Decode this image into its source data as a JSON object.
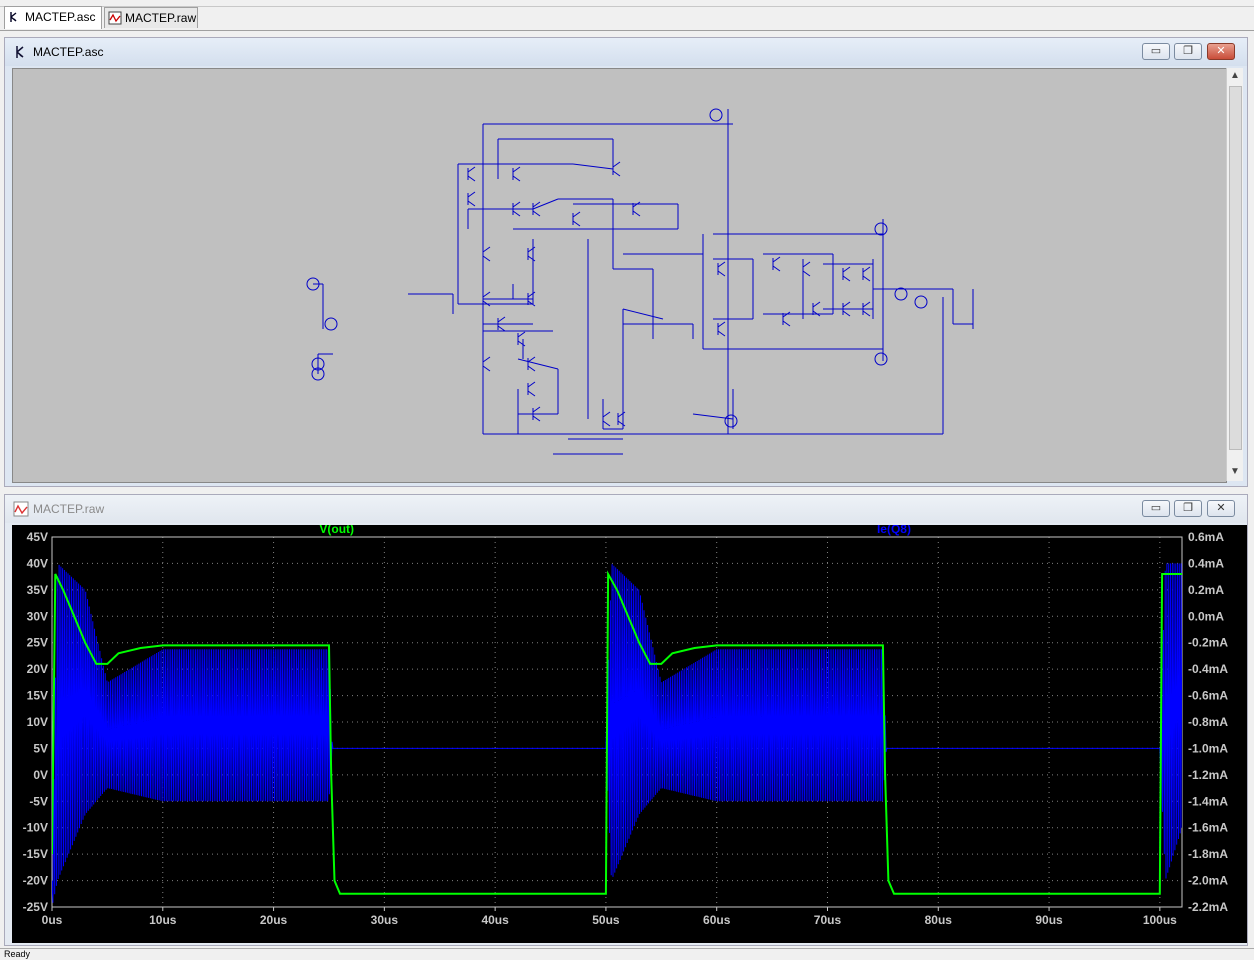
{
  "tabs": [
    {
      "label": "MACTEP.asc",
      "icon": "schematic-icon",
      "active": true
    },
    {
      "label": "MACTEP.raw",
      "icon": "waveform-icon",
      "active": false
    }
  ],
  "schematic_window": {
    "title": "MACTEP.asc",
    "icon": "schematic-icon",
    "buttons": {
      "minimize": "▭",
      "restore": "❐",
      "close": "✕"
    }
  },
  "plot_window": {
    "title": "MACTEP.raw",
    "icon": "waveform-icon",
    "buttons": {
      "minimize": "▭",
      "restore": "❐",
      "close": "✕"
    }
  },
  "statusbar": {
    "text": "Ready"
  },
  "colors": {
    "wire": "#0000c8",
    "trace_v": "#00ff00",
    "trace_i": "#0000ff",
    "plot_bg": "#000000",
    "grid": "#808080",
    "axis_text": "#c8c8c8"
  },
  "chart_data": {
    "type": "line",
    "x_unit": "us",
    "x_ticks": [
      "0us",
      "10us",
      "20us",
      "30us",
      "40us",
      "50us",
      "60us",
      "70us",
      "80us",
      "90us",
      "100us"
    ],
    "x_range": [
      0,
      102
    ],
    "left_axis": {
      "ticks": [
        "45V",
        "40V",
        "35V",
        "30V",
        "25V",
        "20V",
        "15V",
        "10V",
        "5V",
        "0V",
        "-5V",
        "-10V",
        "-15V",
        "-20V",
        "-25V"
      ],
      "range": [
        -25,
        45
      ]
    },
    "right_axis": {
      "ticks": [
        "0.6mA",
        "0.4mA",
        "0.2mA",
        "0.0mA",
        "-0.2mA",
        "-0.4mA",
        "-0.6mA",
        "-0.8mA",
        "-1.0mA",
        "-1.2mA",
        "-1.4mA",
        "-1.6mA",
        "-1.8mA",
        "-2.0mA",
        "-2.2mA"
      ],
      "range": [
        -2.2,
        0.6
      ]
    },
    "series": [
      {
        "name": "V(out)",
        "color": "#00ff00",
        "axis": "left",
        "description_points": [
          [
            0,
            -15
          ],
          [
            0.3,
            38
          ],
          [
            1,
            35
          ],
          [
            2,
            30
          ],
          [
            3,
            25
          ],
          [
            4,
            21
          ],
          [
            5,
            21
          ],
          [
            6,
            23
          ],
          [
            8,
            24
          ],
          [
            10,
            24.5
          ],
          [
            25,
            24.5
          ],
          [
            25.2,
            0
          ],
          [
            25.5,
            -20
          ],
          [
            26,
            -22.5
          ],
          [
            50,
            -22.5
          ],
          [
            50.2,
            38
          ],
          [
            51,
            35
          ],
          [
            53,
            25
          ],
          [
            54,
            21
          ],
          [
            55,
            21
          ],
          [
            56,
            23
          ],
          [
            58,
            24
          ],
          [
            60,
            24.5
          ],
          [
            75,
            24.5
          ],
          [
            75.2,
            0
          ],
          [
            75.5,
            -20
          ],
          [
            76,
            -22.5
          ],
          [
            100,
            -22.5
          ],
          [
            100.2,
            38
          ],
          [
            102,
            38
          ]
        ]
      },
      {
        "name": "Ie(Q8)",
        "color": "#0000ff",
        "axis": "right",
        "envelope_upper": [
          [
            0,
            -2.0
          ],
          [
            0.5,
            0.4
          ],
          [
            3,
            0.2
          ],
          [
            5,
            -0.5
          ],
          [
            10,
            -0.25
          ],
          [
            25,
            -0.25
          ],
          [
            25.3,
            -1.0
          ],
          [
            50,
            -1.0
          ],
          [
            50.5,
            0.4
          ],
          [
            53,
            0.2
          ],
          [
            55,
            -0.5
          ],
          [
            60,
            -0.25
          ],
          [
            75,
            -0.25
          ],
          [
            75.3,
            -1.0
          ],
          [
            100,
            -1.0
          ],
          [
            100.5,
            0.4
          ],
          [
            102,
            0.4
          ]
        ],
        "envelope_lower": [
          [
            0,
            -2.2
          ],
          [
            0.5,
            -2.0
          ],
          [
            3,
            -1.5
          ],
          [
            5,
            -1.3
          ],
          [
            10,
            -1.4
          ],
          [
            25,
            -1.4
          ],
          [
            25.3,
            -1.0
          ],
          [
            50,
            -1.0
          ],
          [
            50.5,
            -2.0
          ],
          [
            53,
            -1.5
          ],
          [
            55,
            -1.3
          ],
          [
            60,
            -1.4
          ],
          [
            75,
            -1.4
          ],
          [
            75.3,
            -1.0
          ],
          [
            100,
            -1.0
          ],
          [
            100.5,
            -2.0
          ],
          [
            102,
            -1.6
          ]
        ],
        "flat_level": -1.0
      }
    ],
    "grid": true
  }
}
